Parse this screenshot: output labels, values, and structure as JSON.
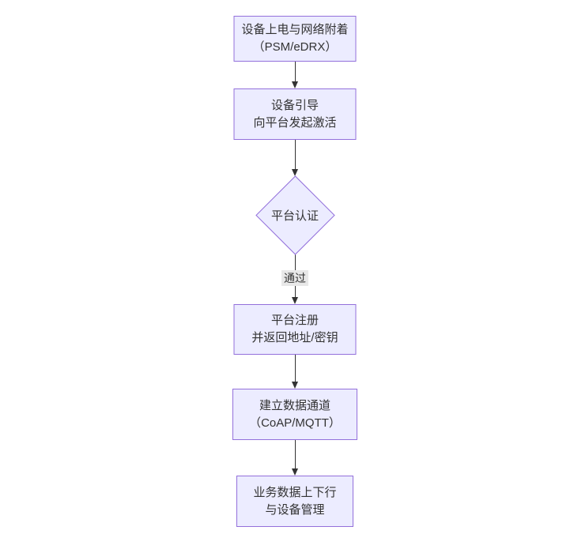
{
  "diagram": {
    "type": "flowchart",
    "direction": "top-down",
    "colors": {
      "node_fill": "#ECECFF",
      "node_border": "#9370DB",
      "arrow": "#333333",
      "edge_label_bg": "#e8e8e8",
      "text": "#333333",
      "canvas_bg": "#ffffff"
    },
    "nodes": [
      {
        "id": "power-attach",
        "shape": "rect",
        "lines": [
          "设备上电与网络附着",
          "（PSM/eDRX）"
        ]
      },
      {
        "id": "bootstrap",
        "shape": "rect",
        "lines": [
          "设备引导",
          "向平台发起激活"
        ]
      },
      {
        "id": "platform-auth",
        "shape": "diamond",
        "lines": [
          "平台认证"
        ]
      },
      {
        "id": "platform-register",
        "shape": "rect",
        "lines": [
          "平台注册",
          "并返回地址/密钥"
        ]
      },
      {
        "id": "data-channel",
        "shape": "rect",
        "lines": [
          "建立数据通道",
          "（CoAP/MQTT）"
        ]
      },
      {
        "id": "business-data",
        "shape": "rect",
        "lines": [
          "业务数据上下行",
          "与设备管理"
        ]
      }
    ],
    "edges": [
      {
        "from": "power-attach",
        "to": "bootstrap",
        "label": ""
      },
      {
        "from": "bootstrap",
        "to": "platform-auth",
        "label": ""
      },
      {
        "from": "platform-auth",
        "to": "platform-register",
        "label": "通过"
      },
      {
        "from": "platform-register",
        "to": "data-channel",
        "label": ""
      },
      {
        "from": "data-channel",
        "to": "business-data",
        "label": ""
      }
    ]
  }
}
